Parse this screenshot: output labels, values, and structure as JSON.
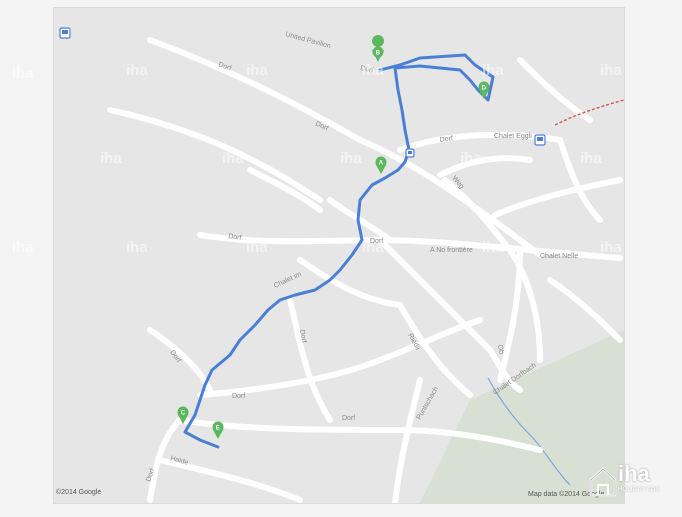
{
  "map": {
    "copyright": "©2014 Google",
    "map_data": "Map data ©2014 Google",
    "road_labels": {
      "dorf": "Dorf",
      "united_pavilion": "United Pavilion",
      "a_no_frontiere": "A No frontière",
      "chalet_nelle": "Chalet Nelle",
      "dorfbach": "Chalet Dorfbach",
      "chalet_eggli": "Chalet Eggli",
      "chalet_im": "Chalet im",
      "ob": "Ob",
      "riedli": "Riedli",
      "halde": "Halde",
      "puntschach": "Puntschach",
      "weg": "Weg"
    },
    "markers": [
      "B",
      "D",
      "A",
      "C",
      "E"
    ],
    "route_color": "#4a7fd6",
    "marker_color": "#5cb85c",
    "railway_color": "#d9534f"
  },
  "watermark": {
    "text": "iha",
    "logo_name": "iha",
    "logo_tagline": "HOLIDAY ADS"
  }
}
